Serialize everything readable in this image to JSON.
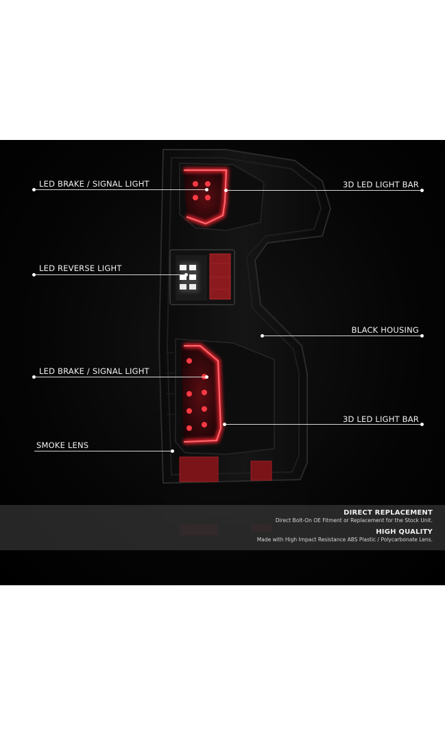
{
  "callouts": {
    "brake_signal_top": "LED BRAKE / SIGNAL LIGHT",
    "reverse": "LED REVERSE LIGHT",
    "brake_signal_bottom": "LED BRAKE / SIGNAL LIGHT",
    "smoke_lens": "SMOKE LENS",
    "light_bar_top": "3D LED LIGHT BAR",
    "black_housing": "BLACK HOUSING",
    "light_bar_bottom": "3D LED LIGHT BAR"
  },
  "features": [
    {
      "title": "DIRECT REPLACEMENT",
      "desc": "Direct Bolt-On OE Fitment or Replacement for the Stock Unit."
    },
    {
      "title": "HIGH QUALITY",
      "desc": "Made with High Impact Resistance ABS Plastic / Polycarbonate Lens."
    }
  ],
  "colors": {
    "led_red": "#e0202a",
    "housing": "#0c0c0c",
    "background": "#000000"
  }
}
